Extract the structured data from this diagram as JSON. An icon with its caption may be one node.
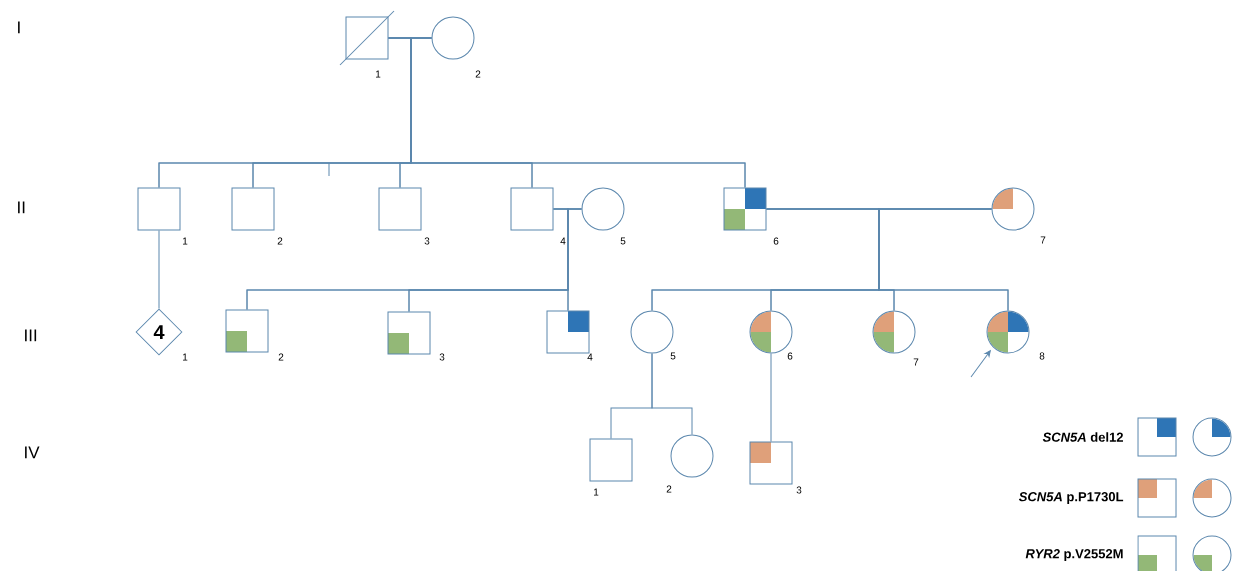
{
  "diagram": {
    "nodes": [
      {
        "text": [],
        "shape": "box",
        "beside": [
          "1"
        ]
      },
      {
        "text": [],
        "shape": "circle",
        "beside": [
          "2"
        ]
      },
      {
        "text": [],
        "shape": "box",
        "beside": [
          "1"
        ]
      },
      {
        "text": [],
        "shape": "box",
        "beside": [
          "2"
        ]
      },
      {
        "text": [],
        "shape": "box",
        "beside": [
          "3"
        ]
      },
      {
        "text": [],
        "shape": "box",
        "beside": [
          "4"
        ]
      },
      {
        "text": [],
        "shape": "circle",
        "beside": [
          "5"
        ]
      },
      {
        "text": [],
        "shape": "box",
        "beside": [
          "6"
        ]
      },
      {
        "text": [],
        "shape": "circle",
        "beside": [
          "7"
        ]
      },
      {
        "text": [
          "4"
        ],
        "beside": [
          "1"
        ]
      },
      {
        "text": [],
        "shape": "box",
        "beside": [
          "2"
        ]
      },
      {
        "text": [],
        "shape": "box",
        "beside": [
          "3"
        ]
      },
      {
        "text": [],
        "shape": "box",
        "beside": [
          "4"
        ]
      },
      {
        "text": [],
        "shape": "circle",
        "beside": [
          "5"
        ]
      },
      {
        "text": [],
        "shape": "circle",
        "beside": [
          "6"
        ]
      },
      {
        "text": [],
        "shape": "circle",
        "beside": [
          "7"
        ]
      },
      {
        "text": [],
        "shape": "circle",
        "beside": [
          "8"
        ]
      },
      {
        "text": [],
        "shape": "box",
        "beside": [
          "1"
        ]
      },
      {
        "text": [],
        "shape": "circle",
        "beside": [
          "2"
        ]
      },
      {
        "text": [],
        "shape": "box",
        "beside": [
          "3"
        ]
      }
    ],
    "edges": [
      {
        "from": 0,
        "to": 1,
        "arrow": "none"
      },
      {
        "from": 0,
        "to": 2,
        "arrow": "none"
      },
      {
        "from": 0,
        "to": 3,
        "arrow": "none"
      },
      {
        "from": 0,
        "to": 4,
        "arrow": "none"
      },
      {
        "from": 0,
        "to": 5,
        "arrow": "none"
      },
      {
        "from": 0,
        "to": 7,
        "arrow": "none"
      },
      {
        "from": 1,
        "to": 2,
        "arrow": "none"
      },
      {
        "from": 1,
        "to": 3,
        "arrow": "none"
      },
      {
        "from": 1,
        "to": 4,
        "arrow": "none"
      },
      {
        "from": 1,
        "to": 5,
        "arrow": "none"
      },
      {
        "from": 1,
        "to": 7,
        "arrow": "none"
      },
      {
        "from": 5,
        "to": 6,
        "arrow": "none"
      },
      {
        "from": 7,
        "to": 8,
        "arrow": "none"
      },
      {
        "from": 2,
        "to": 9,
        "arrow": "none"
      },
      {
        "from": 5,
        "to": 10,
        "arrow": "none"
      },
      {
        "from": 5,
        "to": 11,
        "arrow": "none"
      },
      {
        "from": 5,
        "to": 12,
        "arrow": "none"
      },
      {
        "from": 6,
        "to": 10,
        "arrow": "none"
      },
      {
        "from": 6,
        "to": 11,
        "arrow": "none"
      },
      {
        "from": 6,
        "to": 12,
        "arrow": "none"
      },
      {
        "from": 7,
        "to": 13,
        "arrow": "none"
      },
      {
        "from": 7,
        "to": 14,
        "arrow": "none"
      },
      {
        "from": 7,
        "to": 15,
        "arrow": "none"
      },
      {
        "from": 7,
        "to": 16,
        "arrow": "none"
      },
      {
        "from": 8,
        "to": 13,
        "arrow": "none"
      },
      {
        "from": 8,
        "to": 14,
        "arrow": "none"
      },
      {
        "from": 8,
        "to": 15,
        "arrow": "none"
      },
      {
        "from": 8,
        "to": 16,
        "arrow": "none"
      },
      {
        "from": 13,
        "to": 17,
        "arrow": "none"
      },
      {
        "from": 13,
        "to": 18,
        "arrow": "none"
      },
      {
        "from": 14,
        "to": 19,
        "arrow": "none"
      },
      {
        "from": null,
        "to": 16,
        "arrow": "to"
      }
    ],
    "labels": [
      "I",
      "II",
      "III",
      "IV"
    ],
    "legend": [
      {
        "text": "*SCN5A* del12",
        "color": "#2e75b6"
      },
      {
        "text": "*SCN5A* p.P1730L",
        "color": "#dfa07a"
      },
      {
        "text": "*RYR2* p.V2552M",
        "color": "#93b877"
      }
    ]
  }
}
